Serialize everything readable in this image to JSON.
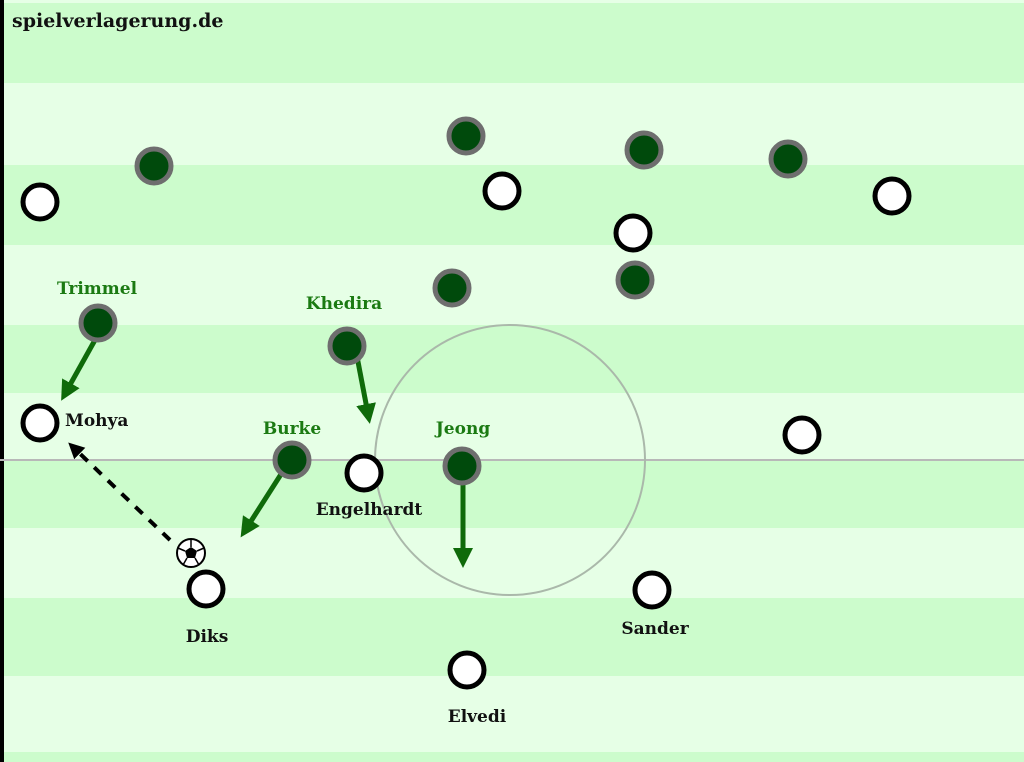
{
  "watermark": "spielverlagerung.de",
  "colors": {
    "stripe_dark": "#ccfccc",
    "stripe_light": "#e6ffe6",
    "team_green": "#004a0c",
    "label_green": "#1b7a12"
  },
  "green_team_labels": [
    "Trimmel",
    "Khedira",
    "Burke",
    "Jeong"
  ],
  "white_team_labels": [
    "Mohya",
    "Engelhardt",
    "Diks",
    "Sander",
    "Elvedi"
  ],
  "ball_icon": "soccer-ball-icon"
}
